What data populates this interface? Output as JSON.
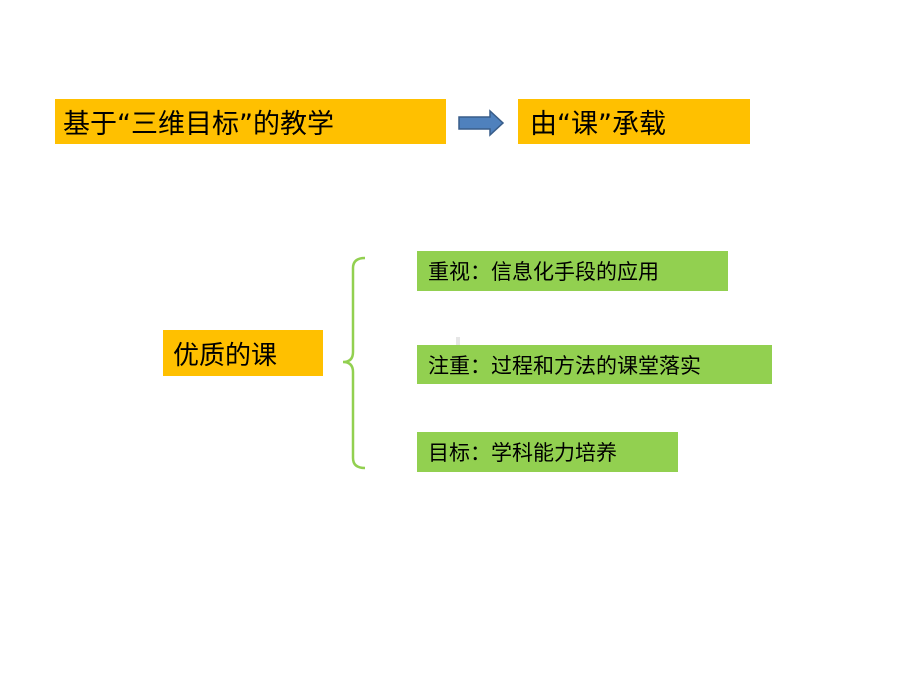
{
  "top": {
    "left_box": "基于“三维目标”的教学",
    "right_box": "由“课”承载"
  },
  "center": {
    "main_box": "优质的课"
  },
  "branches": [
    "重视：信息化手段的应用",
    "注重：过程和方法的课堂落实",
    "目标：学科能力培养"
  ],
  "colors": {
    "orange": "#FFC000",
    "green": "#92D050",
    "arrow_fill": "#4F81BD",
    "arrow_stroke": "#385D8A",
    "brace": "#92D050"
  }
}
